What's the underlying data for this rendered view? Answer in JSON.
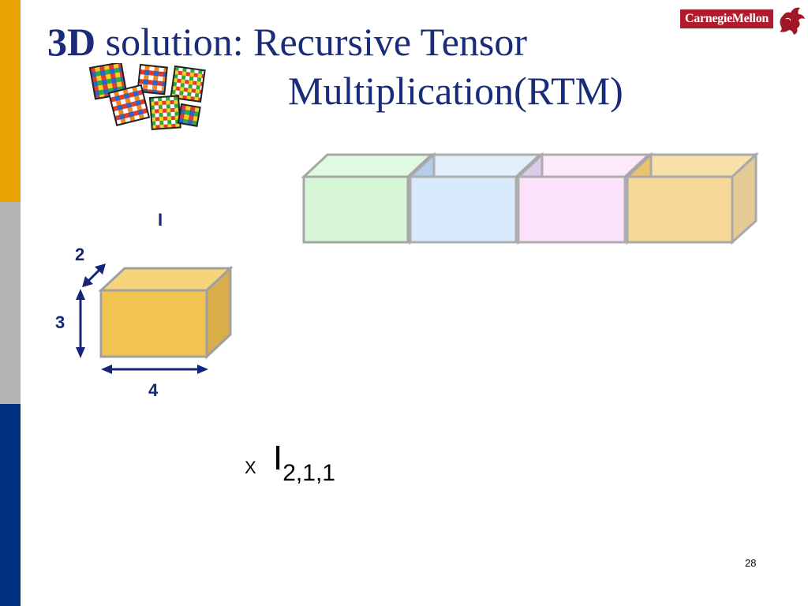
{
  "slide": {
    "title_bold": "3D",
    "title_rest": " solution: Recursive Tensor",
    "title_line2": "Multiplication(RTM)",
    "page_number": "28"
  },
  "logo": {
    "text": "CarnegieMellon"
  },
  "tensor": {
    "label": "I",
    "dim_depth": "2",
    "dim_height": "3",
    "dim_width": "4"
  },
  "expression": {
    "operator": "X",
    "symbol": "I",
    "subscript": "2,1,1"
  },
  "colors": {
    "title": "#1a2b7a",
    "sidebar_gold": "#e8a400",
    "sidebar_gray": "#b3b3b3",
    "sidebar_navy": "#002f7f",
    "arrow": "#15267a",
    "cube_gold": "#f1c452",
    "block_green": "#d4f5d4",
    "block_blue": "#d2e6fb",
    "block_pink": "#fbdcf8",
    "block_gold": "#f4d48a"
  }
}
